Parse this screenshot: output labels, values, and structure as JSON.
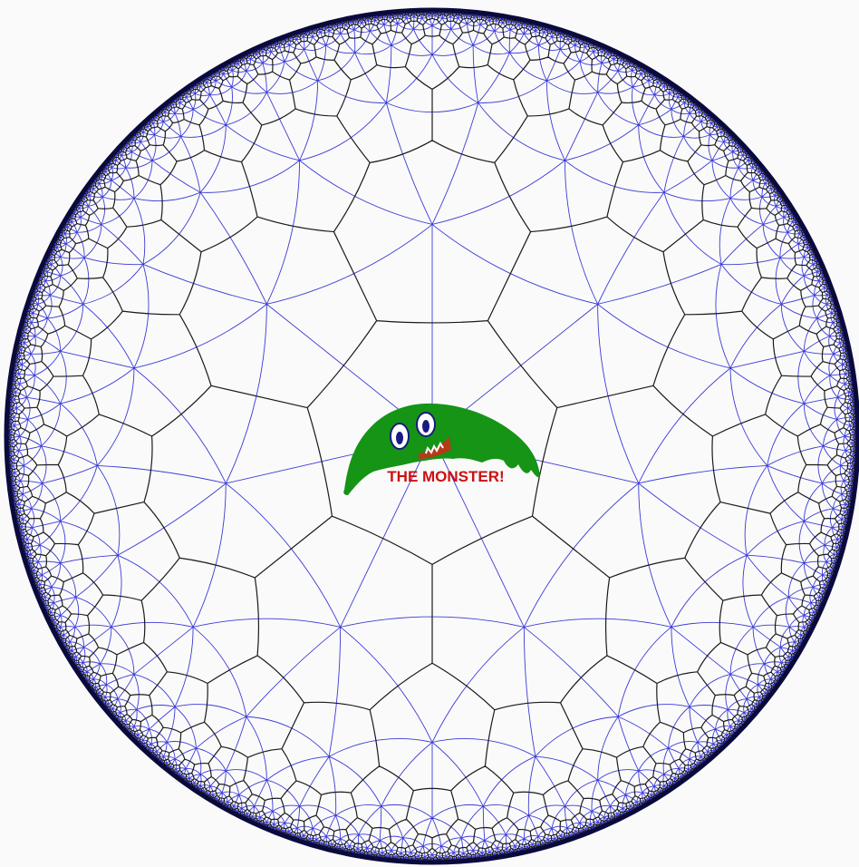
{
  "diagram": {
    "type": "hyperbolic-tiling-poincare-disk",
    "tiling": {
      "polygon_sides": 7,
      "vertex_degree": 3,
      "dual_shown": true
    },
    "colors": {
      "background": "#fafafa",
      "tiling_edges": "#1a1a1a",
      "dual_edges": "#3b3bd6",
      "boundary": "#0a0a3c",
      "monster_body": "#159415",
      "monster_text": "#cc1010",
      "monster_eye": "#ffffff",
      "monster_pupil": "#1a1a80",
      "monster_mouth": "#b53a1a"
    }
  },
  "monster": {
    "label": "THE MONSTER!"
  }
}
